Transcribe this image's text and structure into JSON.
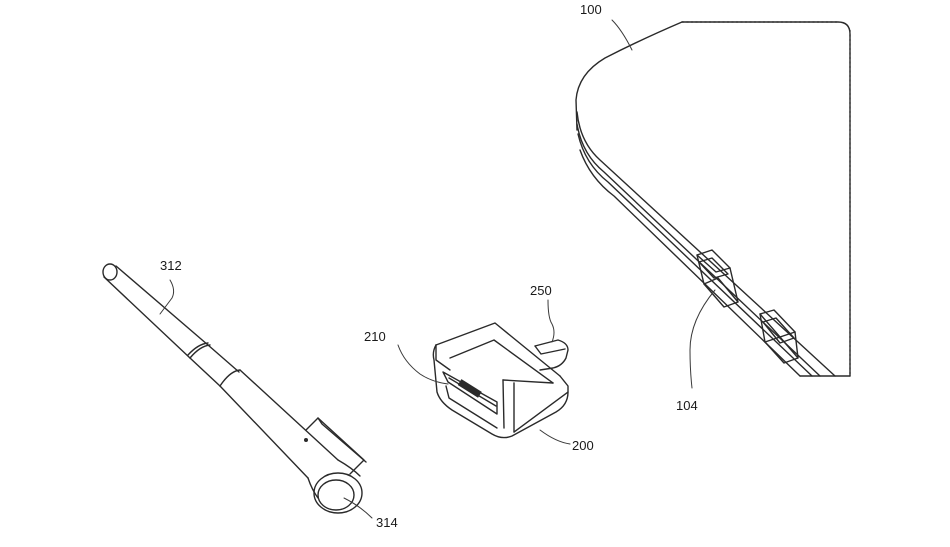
{
  "figure": {
    "labels": {
      "device": "100",
      "device_port": "104",
      "adapter": "200",
      "adapter_connector": "210",
      "adapter_tab": "250",
      "cable": "312",
      "plug": "314"
    }
  }
}
